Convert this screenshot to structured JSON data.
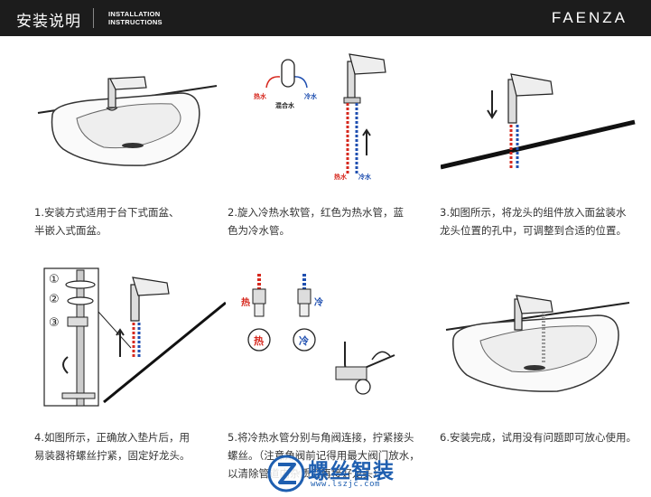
{
  "header": {
    "title_cn": "安装说明",
    "title_en_line1": "INSTALLATION",
    "title_en_line2": "INSTRUCTIONS",
    "brand": "FAENZA"
  },
  "labels": {
    "hot": "热水",
    "cold": "冷水",
    "mixed": "混合水",
    "hot_short": "热",
    "cold_short": "冷",
    "n1": "①",
    "n2": "②",
    "n3": "③"
  },
  "steps": [
    {
      "line1": "1.安装方式适用于台下式面盆、",
      "line2": "半嵌入式面盆。"
    },
    {
      "line1": "2.旋入冷热水软管，红色为热水管，蓝",
      "line2": "色为冷水管。"
    },
    {
      "line1": "3.如图所示，将龙头的组件放入面盆装水",
      "line2": "龙头位置的孔中，可调整到合适的位置。"
    },
    {
      "line1": "4.如图所示，正确放入垫片后，用",
      "line2": "易装器将螺丝拧紧，固定好龙头。"
    },
    {
      "line1": "5.将冷热水管分别与角阀连接，拧紧接头",
      "line2": "螺丝。（注意角阀前记得用最大阀门放水，",
      "line3": "以清除管道内杂质后再接好龙头）"
    },
    {
      "line1": "6.安装完成，试用没有问题即可放心使用。"
    }
  ],
  "watermark": {
    "text": "螺丝智装",
    "url": "www.lszjc.com"
  },
  "colors": {
    "header_bg": "#1c1c1c",
    "hot": "#d6281e",
    "cold": "#1f4fb0",
    "watermark": "#1f5fb0"
  }
}
